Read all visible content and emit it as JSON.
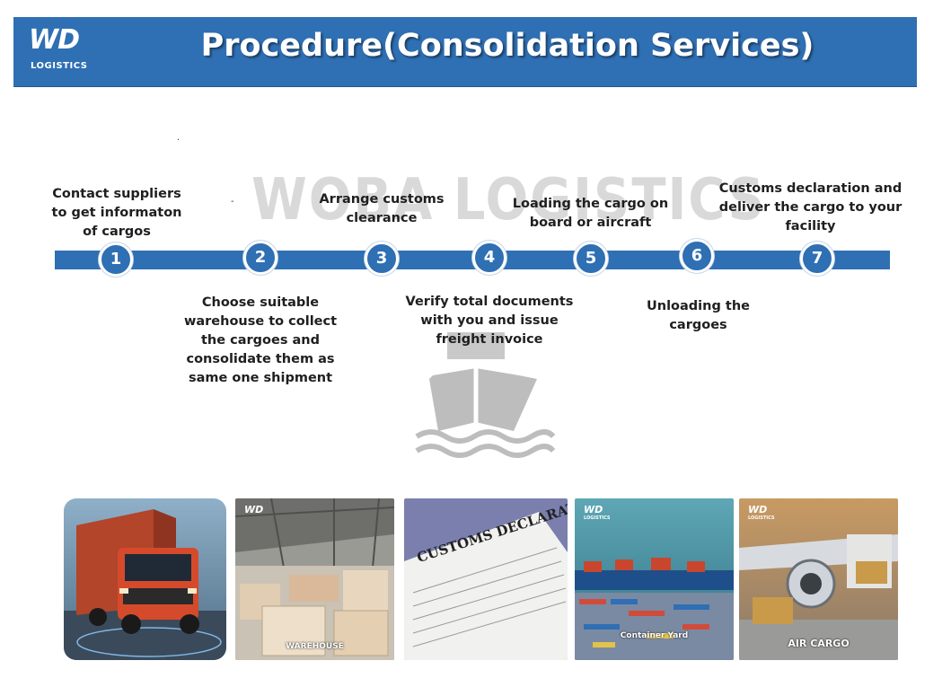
{
  "header": {
    "logo_mark": "WD",
    "logo_sub": "LOGISTICS",
    "title": "Procedure(Consolidation Services)"
  },
  "stray_marks": {
    "dot_a": ".",
    "dot_b": "-"
  },
  "watermark": "WOBA LOGISTICS",
  "colors": {
    "brand_blue": "#2f6fb3",
    "text": "#1f1f1f",
    "watermark": "#d9d9d9"
  },
  "steps": [
    {
      "number": "1",
      "text": "Contact suppliers to get informaton of cargos"
    },
    {
      "number": "2",
      "text": "Choose suitable warehouse to collect the cargoes and consolidate them as same one shipment"
    },
    {
      "number": "3",
      "text": "Arrange customs clearance"
    },
    {
      "number": "4",
      "text": "Verify total documents with you and issue freight invoice"
    },
    {
      "number": "5",
      "text": "Loading the cargo on board or aircraft"
    },
    {
      "number": "6",
      "text": "Unloading the cargoes"
    },
    {
      "number": "7",
      "text": "Customs declaration and deliver the cargo to your facility"
    }
  ],
  "photos": [
    {
      "icon": "truck-photo",
      "caption": ""
    },
    {
      "icon": "warehouse-photo",
      "caption": "WAREHOUSE",
      "mark": "WD"
    },
    {
      "icon": "customs-document-photo",
      "caption": "",
      "doc_title": "CUSTOMS DECLARATION"
    },
    {
      "icon": "container-ship-photo",
      "caption": "Container Yard",
      "mark": "WD",
      "mark_sub": "LOGISTICS"
    },
    {
      "icon": "air-cargo-photo",
      "caption": "AIR CARGO",
      "mark": "WD",
      "mark_sub": "LOGISTICS"
    }
  ]
}
